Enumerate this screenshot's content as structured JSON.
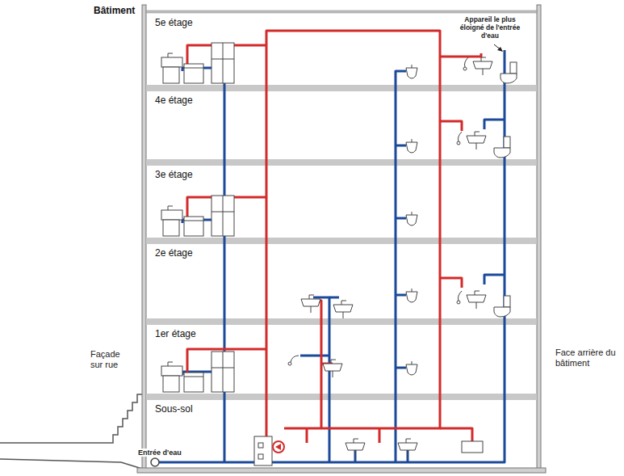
{
  "diagram": {
    "nodes": [
      {
        "text": [
          "Bâtiment"
        ]
      },
      {
        "text": [
          "5e étage"
        ],
        "in": 0
      },
      {
        "text": [
          "4e étage"
        ],
        "in": 0
      },
      {
        "text": [
          "3e étage"
        ],
        "in": 0
      },
      {
        "text": [
          "2e étage"
        ],
        "in": 0
      },
      {
        "text": [
          "1er étage"
        ],
        "in": 0
      },
      {
        "text": [
          "Sous-sol"
        ],
        "in": 0
      }
    ],
    "labels": [
      "Façade sur rue",
      "Face arrière du bâtiment",
      "Entrée d'eau",
      "Appareil le plus éloigné de l'entrée d'eau"
    ]
  }
}
